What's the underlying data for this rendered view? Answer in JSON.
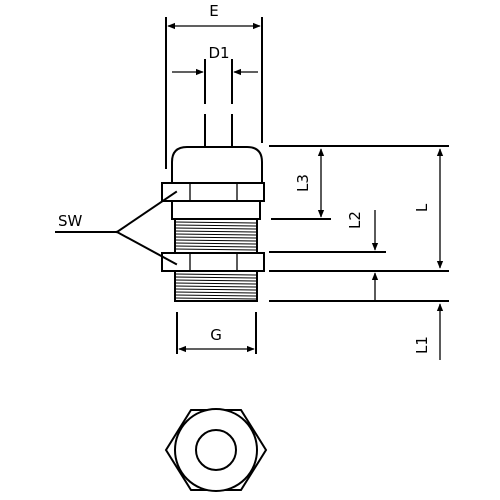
{
  "labels": {
    "e": "E",
    "d1": "D1",
    "l3": "L3",
    "l2": "L2",
    "l": "L",
    "sw": "SW",
    "g": "G",
    "l1": "L1"
  }
}
